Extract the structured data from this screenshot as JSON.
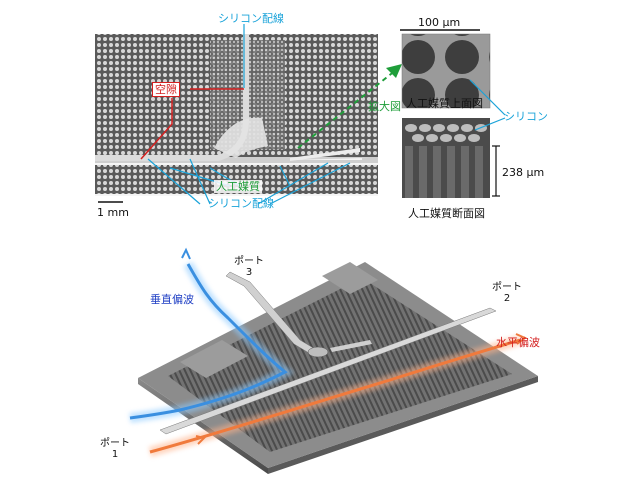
{
  "labels": {
    "silicon_wiring": "シリコン配線",
    "void": "空隙",
    "artificial_medium": "人工媒質",
    "enlarged_view": "拡大図",
    "scale_100um": "100 μm",
    "top_view": "人工媒質上面図",
    "silicon": "シリコン",
    "thickness": "238 μm",
    "cross_section": "人工媒質断面図",
    "scale_1mm": "1 mm",
    "port_text": "ポート",
    "port3_num": "3",
    "port2_num": "2",
    "port1_num": "1",
    "vertical_polarization": "垂直偏波",
    "horizontal_polarization": "水平偏波"
  },
  "colors": {
    "wiring_label": "#1aa3d9",
    "void_label": "#d42020",
    "medium_label": "#1f9e3a",
    "vertical_wave": "#3a8fe0",
    "horizontal_wave": "#f07a3c"
  }
}
